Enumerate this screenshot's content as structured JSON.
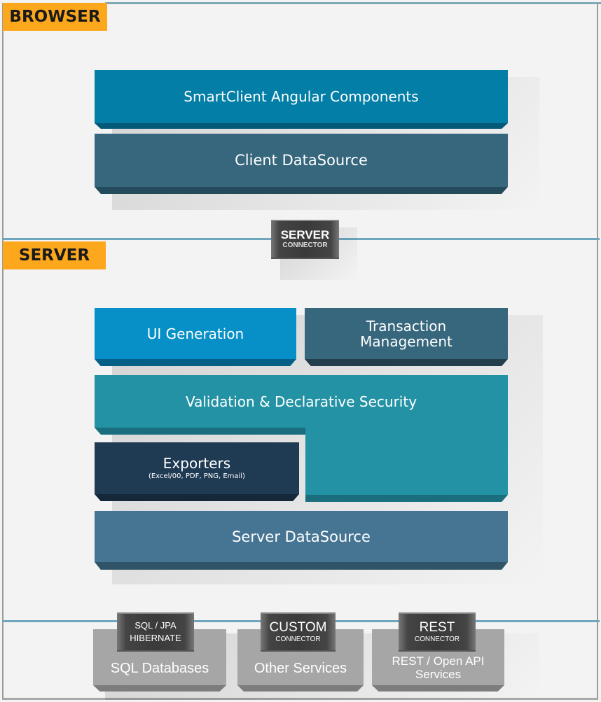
{
  "sections": {
    "browser": "BROWSER",
    "server": "SERVER"
  },
  "browser_layers": {
    "components": "SmartClient Angular Components",
    "client_datasource": "Client DataSource"
  },
  "server_connector": {
    "line1": "SERVER",
    "line2": "CONNECTOR"
  },
  "server_layers": {
    "ui_generation": "UI Generation",
    "transaction_line1": "Transaction",
    "transaction_line2": "Management",
    "validation": "Validation & Declarative Security",
    "exporters_title": "Exporters",
    "exporters_sub": "(Excel/00, PDF, PNG, Email)",
    "server_datasource": "Server DataSource"
  },
  "backends": [
    {
      "connector_line1": "SQL / JPA",
      "connector_line2": "HIBERNATE",
      "label_line1": "SQL Databases",
      "label_line2": ""
    },
    {
      "connector_line1": "CUSTOM",
      "connector_line2": "CONNECTOR",
      "label_line1": "Other Services",
      "label_line2": ""
    },
    {
      "connector_line1": "REST",
      "connector_line2": "CONNECTOR",
      "label_line1": "REST / Open API",
      "label_line2": "Services"
    }
  ],
  "colors": {
    "tag": "#fca71c",
    "components": "#037ea6",
    "client_datasource": "#37677d",
    "ui_generation": "#078fc7",
    "transaction": "#37677d",
    "validation": "#2392a5",
    "exporters": "#1f3a53",
    "server_datasource": "#457593",
    "backend": "#a6a6a6"
  }
}
